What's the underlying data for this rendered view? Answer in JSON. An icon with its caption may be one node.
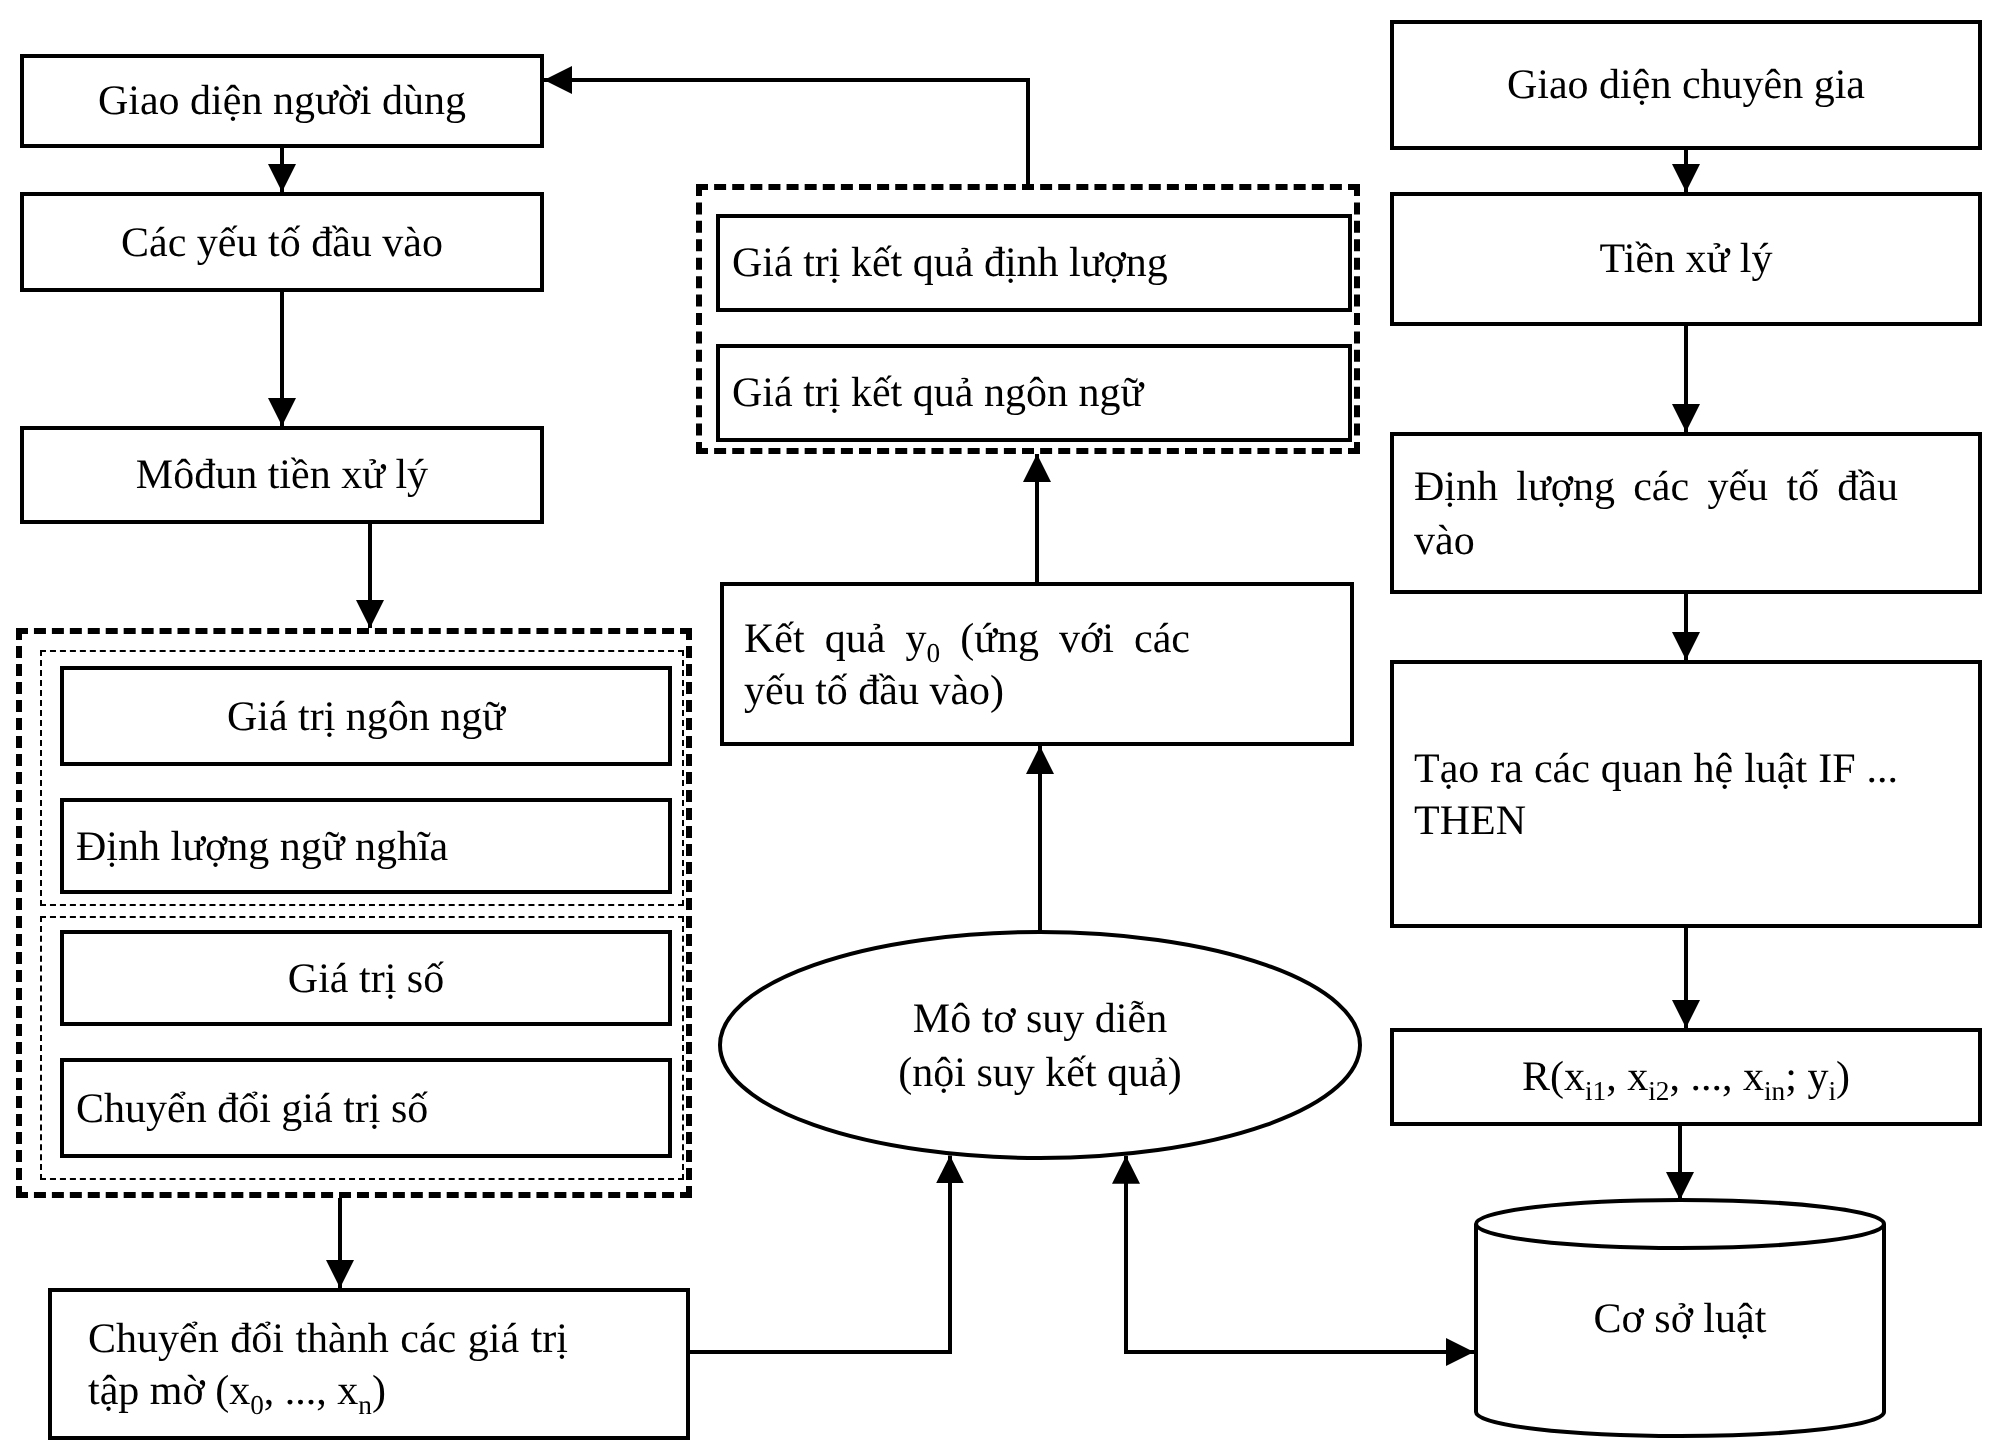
{
  "diagram": {
    "nodes": [
      {
        "text": [
          "Giao diện người dùng"
        ]
      },
      {
        "text": [
          "Các yếu tố đầu vào"
        ]
      },
      {
        "text": [
          "Môđun tiền xử lý"
        ]
      },
      {
        "text": [],
        "shape": "box"
      },
      {
        "text": [],
        "shape": "box",
        "in": 3
      },
      {
        "text": [
          "Giá trị ngôn ngữ"
        ],
        "in": 4
      },
      {
        "text": [
          "Định lượng ngữ nghĩa"
        ],
        "in": 4
      },
      {
        "text": [],
        "shape": "box",
        "in": 3
      },
      {
        "text": [
          "Giá trị số"
        ],
        "in": 7
      },
      {
        "text": [
          "Chuyển đổi giá trị số"
        ],
        "in": 7
      },
      {
        "text": [
          "Chuyển đổi thành các giá trị tập mờ (x$_{0}$, ..., x$_{n}$)"
        ]
      },
      {
        "text": [],
        "shape": "box"
      },
      {
        "text": [
          "Giá trị kết quả định lượng"
        ],
        "in": 11
      },
      {
        "text": [
          "Giá trị kết quả ngôn ngữ"
        ],
        "in": 11
      },
      {
        "text": [
          "Kết quả y$_{0}$ (ứng với các yếu tố đầu vào)"
        ]
      },
      {
        "text": [
          "Mô tơ suy diễn (nội suy kết quả)"
        ]
      },
      {
        "text": [
          "Giao diện chuyên gia"
        ]
      },
      {
        "text": [
          "Tiền xử lý"
        ]
      },
      {
        "text": [
          "Định lượng các yếu tố đầu vào"
        ]
      },
      {
        "text": [
          "Tạo ra các quan hệ luật IF ... THEN"
        ]
      },
      {
        "text": [
          "R(x$_{i1}$, x$_{i2}$, ..., x$_{in}$; y$_{i}$)"
        ]
      },
      {
        "text": [
          "Cơ sở luật"
        ]
      }
    ],
    "edges": [
      {
        "from": 0,
        "to": 1,
        "arrow": "to"
      },
      {
        "from": 1,
        "to": 2,
        "arrow": "to"
      },
      {
        "from": 2,
        "to": 3,
        "arrow": "to"
      },
      {
        "from": 3,
        "to": 10,
        "arrow": "to"
      },
      {
        "from": 10,
        "to": 15,
        "arrow": "to"
      },
      {
        "from": 15,
        "to": 21,
        "arrow": "both"
      },
      {
        "from": 15,
        "to": 14,
        "arrow": "to"
      },
      {
        "from": 14,
        "to": 11,
        "arrow": "to"
      },
      {
        "from": 11,
        "to": 0,
        "arrow": "to"
      },
      {
        "from": 16,
        "to": 17,
        "arrow": "to"
      },
      {
        "from": 17,
        "to": 18,
        "arrow": "to"
      },
      {
        "from": 18,
        "to": 19,
        "arrow": "to"
      },
      {
        "from": 19,
        "to": 20,
        "arrow": "to"
      },
      {
        "from": 20,
        "to": 21,
        "arrow": "to"
      }
    ]
  }
}
